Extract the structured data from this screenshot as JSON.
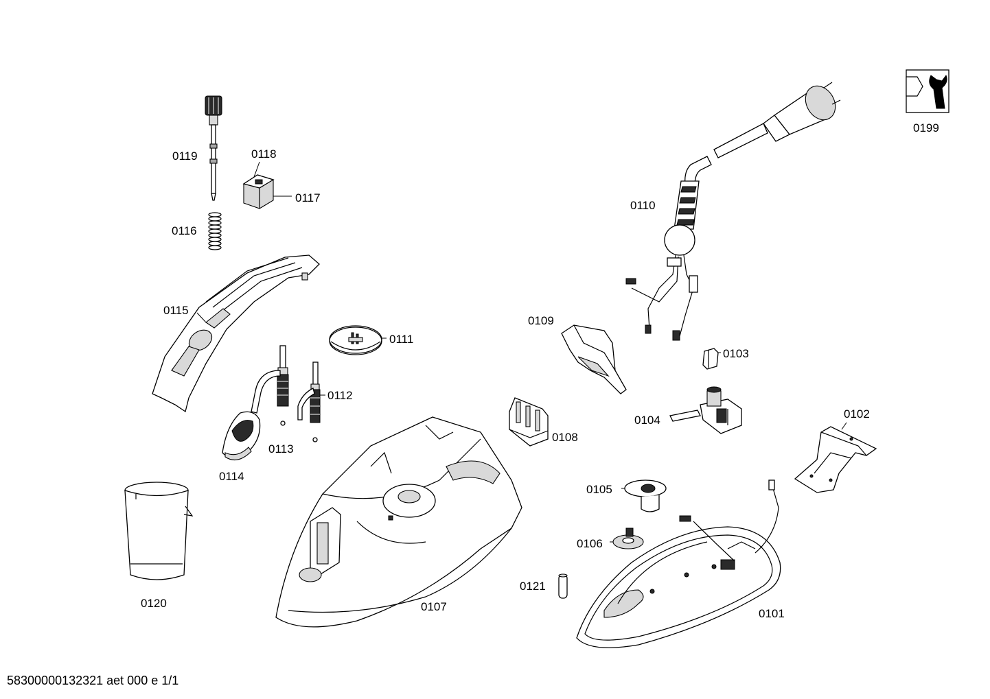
{
  "footer": "58300000132321 aet 000 e 1/1",
  "tool_icon": {
    "name": "wrench-icon",
    "label": "0199"
  },
  "parts": [
    {
      "id": "p0119",
      "label": "0119"
    },
    {
      "id": "p0118",
      "label": "0118"
    },
    {
      "id": "p0117",
      "label": "0117"
    },
    {
      "id": "p0116",
      "label": "0116"
    },
    {
      "id": "p0115",
      "label": "0115"
    },
    {
      "id": "p0111",
      "label": "0111"
    },
    {
      "id": "p0112",
      "label": "0112"
    },
    {
      "id": "p0113",
      "label": "0113"
    },
    {
      "id": "p0114",
      "label": "0114"
    },
    {
      "id": "p0120",
      "label": "0120"
    },
    {
      "id": "p0107",
      "label": "0107"
    },
    {
      "id": "p0109",
      "label": "0109"
    },
    {
      "id": "p0108",
      "label": "0108"
    },
    {
      "id": "p0110",
      "label": "0110"
    },
    {
      "id": "p0103",
      "label": "0103"
    },
    {
      "id": "p0104",
      "label": "0104"
    },
    {
      "id": "p0102",
      "label": "0102"
    },
    {
      "id": "p0105",
      "label": "0105"
    },
    {
      "id": "p0106",
      "label": "0106"
    },
    {
      "id": "p0121",
      "label": "0121"
    },
    {
      "id": "p0101",
      "label": "0101"
    }
  ]
}
